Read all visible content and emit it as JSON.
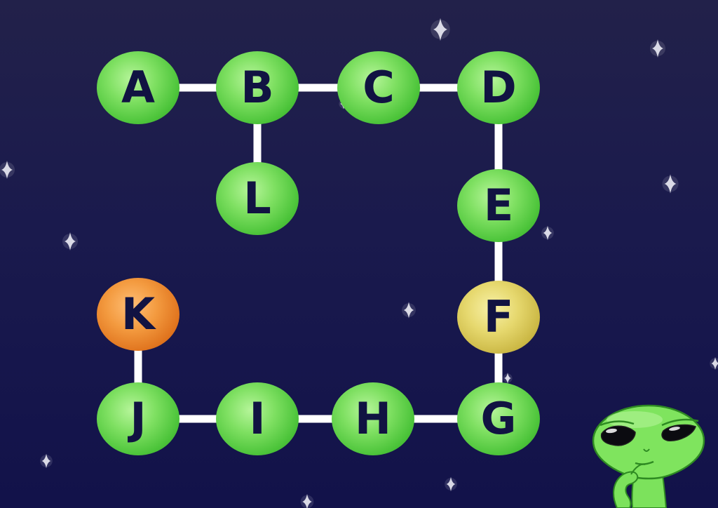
{
  "scene": {
    "background_top": "#22214a",
    "background_bottom": "#12124a",
    "edge_color": "#ffffff",
    "letter_color": "#111342"
  },
  "nodes": [
    {
      "id": "A",
      "label": "A",
      "color": "green"
    },
    {
      "id": "B",
      "label": "B",
      "color": "green"
    },
    {
      "id": "C",
      "label": "C",
      "color": "green"
    },
    {
      "id": "D",
      "label": "D",
      "color": "green"
    },
    {
      "id": "E",
      "label": "E",
      "color": "green"
    },
    {
      "id": "F",
      "label": "F",
      "color": "yellow"
    },
    {
      "id": "G",
      "label": "G",
      "color": "green"
    },
    {
      "id": "H",
      "label": "H",
      "color": "green"
    },
    {
      "id": "I",
      "label": "I",
      "color": "green"
    },
    {
      "id": "J",
      "label": "J",
      "color": "green"
    },
    {
      "id": "K",
      "label": "K",
      "color": "orange"
    },
    {
      "id": "L",
      "label": "L",
      "color": "green"
    }
  ],
  "edges": [
    [
      "A",
      "B"
    ],
    [
      "B",
      "C"
    ],
    [
      "C",
      "D"
    ],
    [
      "B",
      "L"
    ],
    [
      "D",
      "E"
    ],
    [
      "E",
      "F"
    ],
    [
      "F",
      "G"
    ],
    [
      "G",
      "H"
    ],
    [
      "H",
      "I"
    ],
    [
      "I",
      "J"
    ],
    [
      "J",
      "K"
    ]
  ],
  "node_colors": {
    "green": "#5fd14a",
    "yellow": "#d9cb5a",
    "orange": "#ec8a2f"
  },
  "icons": {
    "star": "star-icon",
    "alien": "alien-icon"
  }
}
